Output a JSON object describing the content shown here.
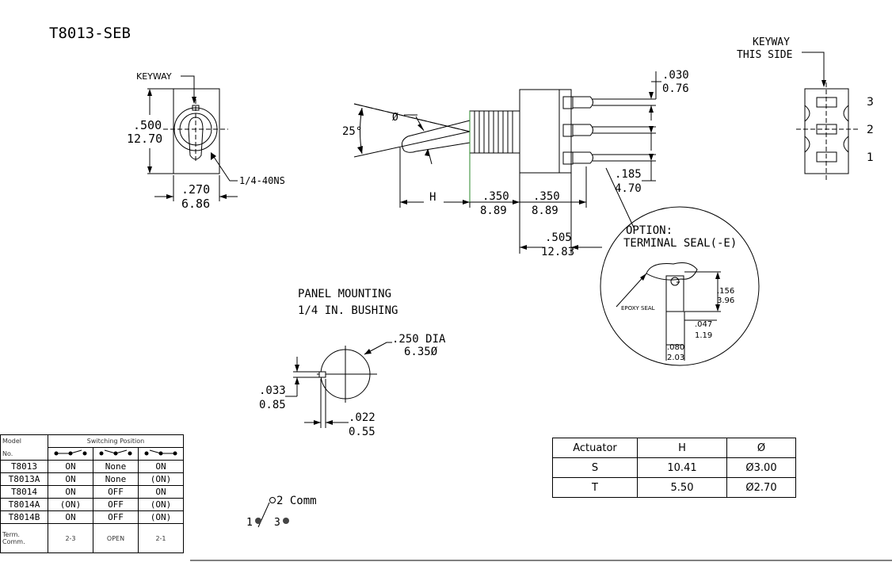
{
  "title": "T8013-SEB",
  "front_view": {
    "keyway": "KEYWAY",
    "height_in": ".500",
    "height_mm": "12.70",
    "width_in": ".270",
    "width_mm": "6.86",
    "thread": "1/4-40NS"
  },
  "side_view": {
    "angle": "25°",
    "diameter_symbol": "Ø",
    "h_label": "H",
    "pin_in": ".030",
    "pin_mm": "0.76",
    "pitch_in": ".185",
    "pitch_mm": "4.70",
    "dim1_in": ".350",
    "dim1_mm": "8.89",
    "dim2_in": ".350",
    "dim2_mm": "8.89",
    "body_in": ".505",
    "body_mm": "12.83"
  },
  "rear_view": {
    "keyway_line1": "KEYWAY",
    "keyway_line2": "THIS SIDE",
    "pins": [
      "3",
      "2",
      "1"
    ]
  },
  "option": {
    "line1": "OPTION:",
    "line2": "TERMINAL SEAL(-E)",
    "epoxy": "EPOXY SEAL",
    "d1_in": ".156",
    "d1_mm": "3.96",
    "d2_in": ".047",
    "d2_mm": "1.19",
    "d3_in": ".080",
    "d3_mm": "2.03"
  },
  "panel": {
    "line1": "PANEL MOUNTING",
    "line2": "1/4 IN. BUSHING",
    "dia_in": ".250 DIA",
    "dia_mm": "6.35Ø",
    "key_in": ".033",
    "key_mm": "0.85",
    "gap_in": ".022",
    "gap_mm": "0.55"
  },
  "model_table": {
    "header_model": "Model",
    "header_no": "No.",
    "header_switching": "Switching Position",
    "rows": [
      [
        "T8013",
        "ON",
        "None",
        "ON"
      ],
      [
        "T8013A",
        "ON",
        "None",
        "(ON)"
      ],
      [
        "T8014",
        "ON",
        "OFF",
        "ON"
      ],
      [
        "T8014A",
        "(ON)",
        "OFF",
        "(ON)"
      ],
      [
        "T8014B",
        "ON",
        "OFF",
        "(ON)"
      ]
    ],
    "term_label_1": "Term.",
    "term_label_2": "Comm.",
    "term_values": [
      "2-3",
      "OPEN",
      "2-1"
    ]
  },
  "actuator_table": {
    "headers": [
      "Actuator",
      "H",
      "Ø"
    ],
    "rows": [
      [
        "S",
        "10.41",
        "Ø3.00"
      ],
      [
        "T",
        "5.50",
        "Ø2.70"
      ]
    ]
  },
  "schematic": {
    "comm": "2 Comm",
    "pin1": "1",
    "pin3": "3"
  }
}
